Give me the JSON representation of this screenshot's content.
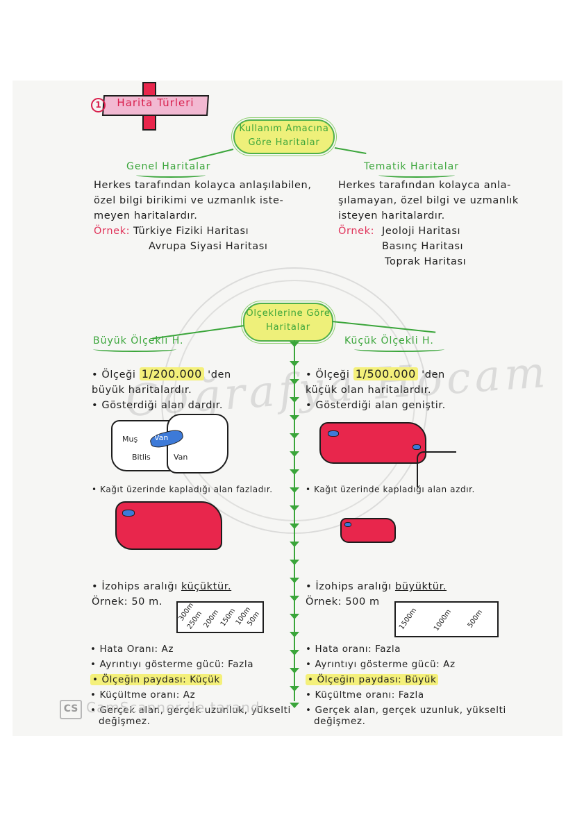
{
  "title": {
    "number": "1",
    "label": "Harita Türleri"
  },
  "section1": {
    "bubble": [
      "Kullanım Amacına",
      "Göre Haritalar"
    ],
    "left": {
      "heading": "Genel Haritalar",
      "lines": [
        "Herkes tarafından kolayca anlaşılabilen,",
        "özel bilgi birikimi ve uzmanlık iste-",
        "meyen haritalardır."
      ],
      "example_label": "Örnek:",
      "examples": [
        "Türkiye Fiziki Haritası",
        "Avrupa Siyasi Haritası"
      ]
    },
    "right": {
      "heading": "Tematik Haritalar",
      "lines": [
        "Herkes tarafından kolayca anla-",
        "şılamayan, özel bilgi ve uzmanlık",
        "isteyen haritalardır."
      ],
      "example_label": "Örnek:",
      "examples": [
        "Jeoloji Haritası",
        "Basınç Haritası",
        "Toprak Haritası"
      ]
    }
  },
  "section2": {
    "bubble": [
      "Ölçeklerine Göre",
      "Haritalar"
    ],
    "left": {
      "heading": "Büyük Ölçekli H.",
      "scale_prefix": "• Ölçeği",
      "scale_value": "1/200.000",
      "scale_suffix": "'den",
      "scale_line2": "büyük haritalardır.",
      "area_line": "• Gösterdiği alan dardır.",
      "map_labels": [
        "Muş",
        "Van",
        "Bitlis",
        "Van"
      ],
      "paper_line": "• Kağıt üzerinde kapladığı alan fazladır.",
      "contour_line": "• İzohips aralığı",
      "contour_value": "küçüktür.",
      "contour_example": "Örnek: 50 m.",
      "contour_labels": [
        "300m",
        "250m",
        "200m",
        "150m",
        "100m",
        "50m"
      ],
      "props": [
        {
          "text": "• Hata Oranı: Az",
          "highlight": false
        },
        {
          "text": "• Ayrıntıyı gösterme gücü: Fazla",
          "highlight": false
        },
        {
          "text": "• Ölçeğin paydası: Küçük",
          "highlight": true
        },
        {
          "text": "• Küçültme oranı: Az",
          "highlight": false
        },
        {
          "text": "• Gerçek alan, gerçek uzunluk, yükselti",
          "highlight": false
        },
        {
          "text": "değişmez.",
          "highlight": false
        }
      ]
    },
    "right": {
      "heading": "Küçük Ölçekli H.",
      "scale_prefix": "• Ölçeği",
      "scale_value": "1/500.000",
      "scale_suffix": "'den",
      "scale_line2": "küçük olan haritalardır.",
      "area_line": "• Gösterdiği alan geniştir.",
      "paper_line": "• Kağıt üzerinde kapladığı alan azdır.",
      "contour_line": "• İzohips aralığı",
      "contour_value": "büyüktür.",
      "contour_example": "Örnek: 500 m",
      "contour_labels": [
        "1500m",
        "1000m",
        "500m"
      ],
      "props": [
        {
          "text": "• Hata oranı: Fazla",
          "highlight": false
        },
        {
          "text": "• Ayrıntıyı gösterme gücü: Az",
          "highlight": false
        },
        {
          "text": "• Ölçeğin paydası: Büyük",
          "highlight": true
        },
        {
          "text": "• Küçültme oranı: Fazla",
          "highlight": false
        },
        {
          "text": "• Gerçek alan, gerçek uzunluk, yükselti",
          "highlight": false
        },
        {
          "text": "değişmez.",
          "highlight": false
        }
      ]
    }
  },
  "watermark": {
    "signature": "Coğrafya Hocam",
    "scanner_badge": "CS",
    "scanner_text": "CamScanner ile tarandı"
  },
  "colors": {
    "accent_green": "#3aa53a",
    "highlight_yellow": "#f4f07a",
    "map_red": "#e8264c",
    "example_pink": "#e0335a",
    "lake_blue": "#3d7ad8"
  }
}
